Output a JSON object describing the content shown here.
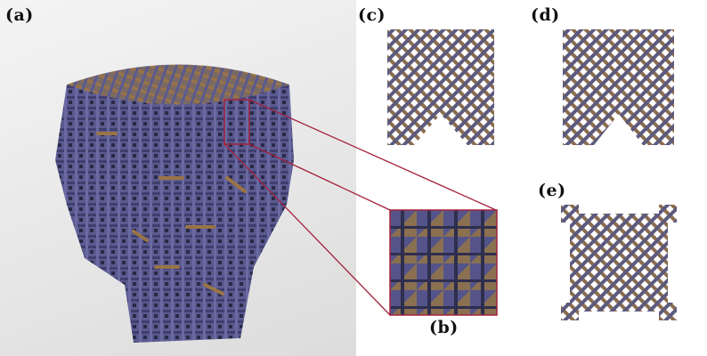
{
  "figure": {
    "panels": [
      {
        "id": "a",
        "label": "(a)"
      },
      {
        "id": "b",
        "label": "(b)"
      },
      {
        "id": "c",
        "label": "(c)"
      },
      {
        "id": "d",
        "label": "(d)"
      },
      {
        "id": "e",
        "label": "(e)"
      }
    ],
    "colors": {
      "lattice_blue": "#54548a",
      "lattice_orange": "#9a7446",
      "highlight_red": "#a3213a",
      "background_gray": "#e6e6e6"
    }
  }
}
